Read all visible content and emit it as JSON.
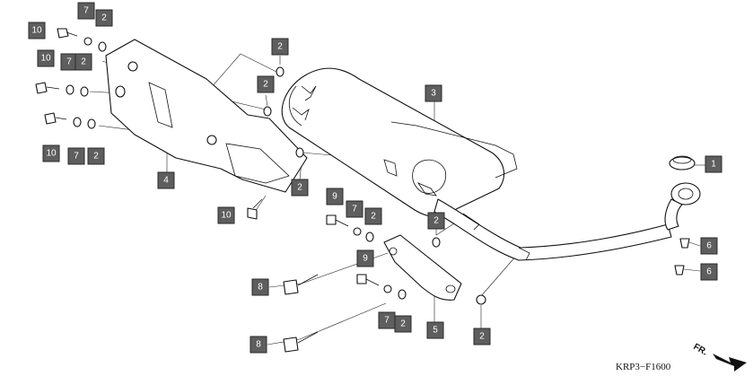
{
  "diagram": {
    "drawing_code": "KRP3−F1600",
    "front_indicator": "FR.",
    "callouts": [
      {
        "label": "10"
      },
      {
        "label": "7"
      },
      {
        "label": "2"
      },
      {
        "label": "10"
      },
      {
        "label": "7"
      },
      {
        "label": "2"
      },
      {
        "label": "10"
      },
      {
        "label": "7"
      },
      {
        "label": "2"
      },
      {
        "label": "2"
      },
      {
        "label": "2"
      },
      {
        "label": "3"
      },
      {
        "label": "4"
      },
      {
        "label": "2"
      },
      {
        "label": "1"
      },
      {
        "label": "9"
      },
      {
        "label": "7"
      },
      {
        "label": "2"
      },
      {
        "label": "2"
      },
      {
        "label": "10"
      },
      {
        "label": "6"
      },
      {
        "label": "6"
      },
      {
        "label": "9"
      },
      {
        "label": "8"
      },
      {
        "label": "7"
      },
      {
        "label": "2"
      },
      {
        "label": "5"
      },
      {
        "label": "2"
      },
      {
        "label": "8"
      }
    ]
  }
}
